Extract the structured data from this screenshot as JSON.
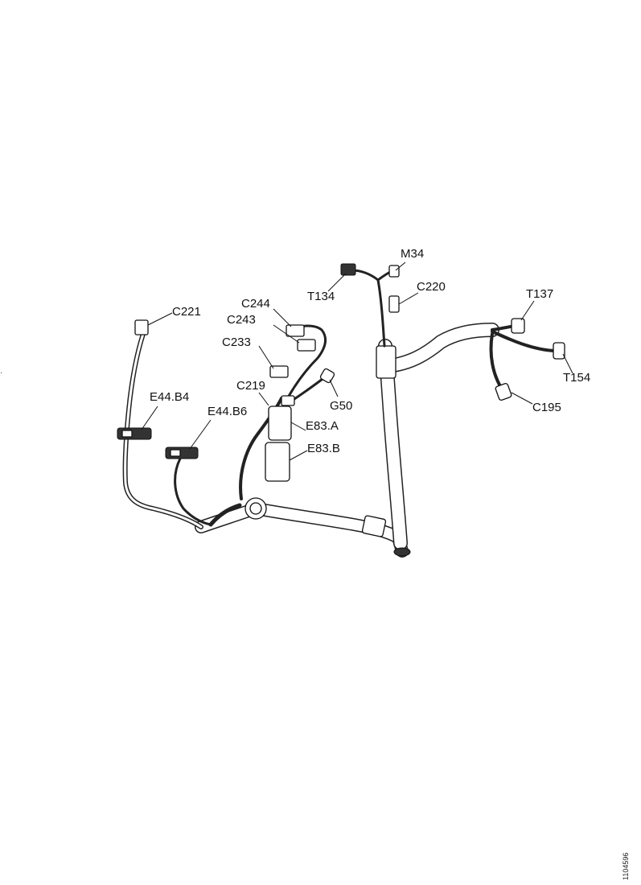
{
  "diagram": {
    "callouts": [
      {
        "id": "C221",
        "text": "C221"
      },
      {
        "id": "C244",
        "text": "C244"
      },
      {
        "id": "C243",
        "text": "C243"
      },
      {
        "id": "C233",
        "text": "C233"
      },
      {
        "id": "C219",
        "text": "C219"
      },
      {
        "id": "G50",
        "text": "G50"
      },
      {
        "id": "E44B4",
        "text": "E44.B4"
      },
      {
        "id": "E44B6",
        "text": "E44.B6"
      },
      {
        "id": "E83A",
        "text": "E83.A"
      },
      {
        "id": "E83B",
        "text": "E83.B"
      },
      {
        "id": "T134",
        "text": "T134"
      },
      {
        "id": "M34",
        "text": "M34"
      },
      {
        "id": "C220",
        "text": "C220"
      },
      {
        "id": "T137",
        "text": "T137"
      },
      {
        "id": "T154",
        "text": "T154"
      },
      {
        "id": "C195",
        "text": "C195"
      }
    ],
    "reference_number": "1104596"
  }
}
